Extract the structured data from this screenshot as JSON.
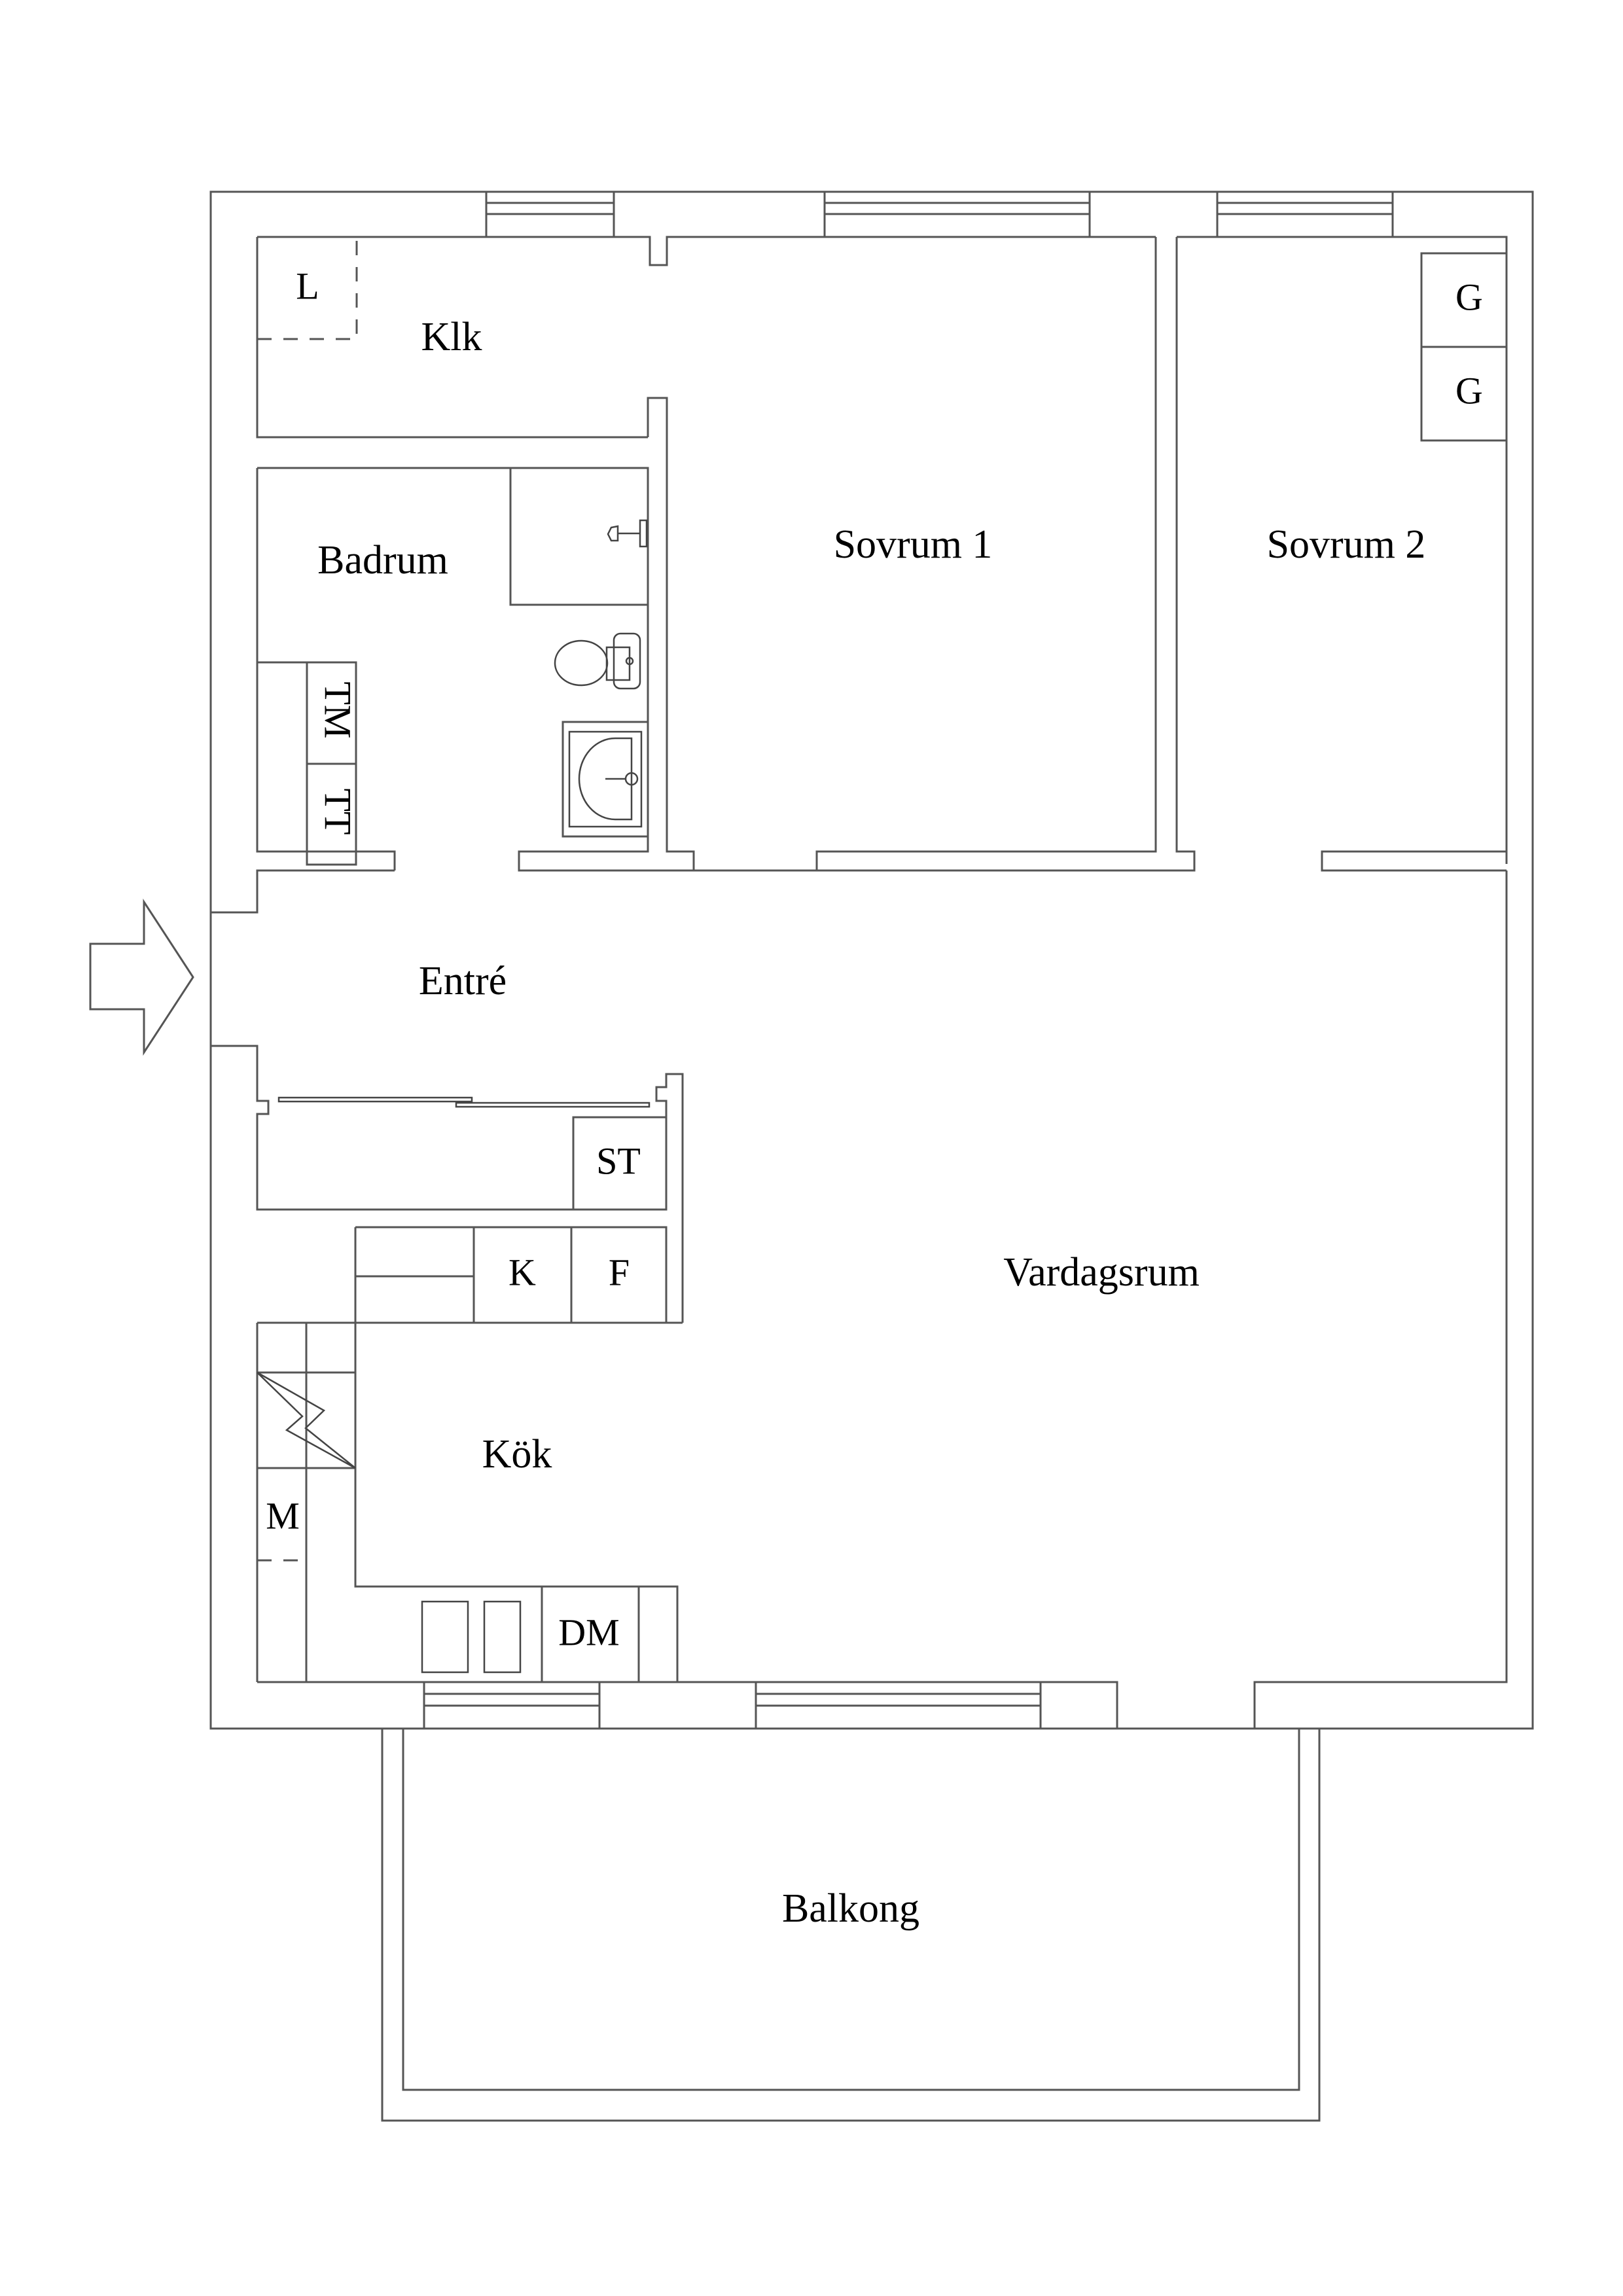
{
  "floorplan": {
    "rooms": {
      "klk": "Klk",
      "sovrum1": "Sovrum 1",
      "sovrum2": "Sovrum 2",
      "badrum": "Badrum",
      "entre": "Entré",
      "vardagsrum": "Vardagsrum",
      "kok": "Kök",
      "balkong": "Balkong"
    },
    "appliances": {
      "linen_closet": "L",
      "wardrobe_1": "G",
      "wardrobe_2": "G",
      "washing_machine": "TM",
      "tumble_dryer": "TT",
      "drying_cabinet": "ST",
      "refrigerator": "K",
      "freezer": "F",
      "microwave": "M",
      "dishwasher": "DM"
    },
    "entrance_arrow": "entrance-arrow",
    "colors": {
      "line": "#555555",
      "text": "#000000",
      "background": "#ffffff"
    }
  }
}
